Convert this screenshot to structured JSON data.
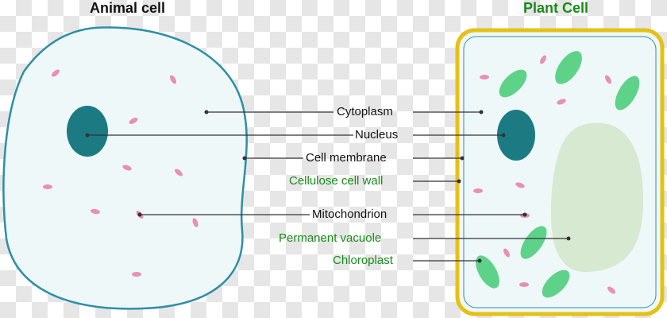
{
  "titles": {
    "animal": "Animal cell",
    "plant": "Plant Cell"
  },
  "labels": {
    "cytoplasm": "Cytoplasm",
    "nucleus": "Nucleus",
    "cell_membrane": "Cell membrane",
    "cellulose_cell_wall": "Cellulose cell wall",
    "mitochondrion": "Mitochondrion",
    "permanent_vacuole": "Permanent vacuole",
    "chloroplast": "Chloroplast"
  },
  "colors": {
    "black_label": "#111111",
    "green_label": "#1a8a1a",
    "membrane": "#2e8ea6",
    "cytoplasm": "#eef8f8",
    "nucleus": "#1c7a83",
    "mitochondria": "#e98fb4",
    "cell_wall": "#e5c117",
    "vacuole": "#d7e9d0",
    "chloroplast": "#5fd28a"
  }
}
